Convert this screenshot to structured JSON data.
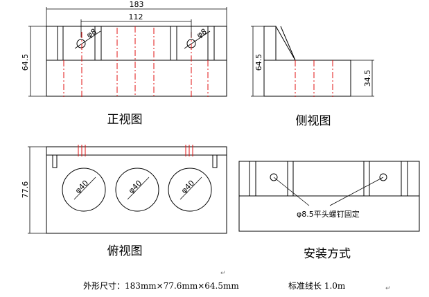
{
  "front_view": {
    "title": "正视图",
    "overall_width": "183",
    "hole_spacing": "112",
    "height": "64.5",
    "hole_left": "φ8",
    "hole_right": "φ8"
  },
  "side_view": {
    "title": "侧视图",
    "height": "64.5",
    "lower_height": "34.5"
  },
  "top_view": {
    "title": "俯视图",
    "depth": "77.6",
    "hole_1": "φ40",
    "hole_2": "φ40",
    "hole_3": "φ40"
  },
  "install_view": {
    "title": "安装方式",
    "screw_note": "φ8.5平头螺钉固定"
  },
  "footer": {
    "size_text": "外形尺寸：183mm×77.6mm×64.5mm",
    "cable_text": "标准线长 1.0m",
    "para_mark": "↵"
  },
  "colors": {
    "line": "#000000",
    "hidden_line": "#e01010"
  }
}
